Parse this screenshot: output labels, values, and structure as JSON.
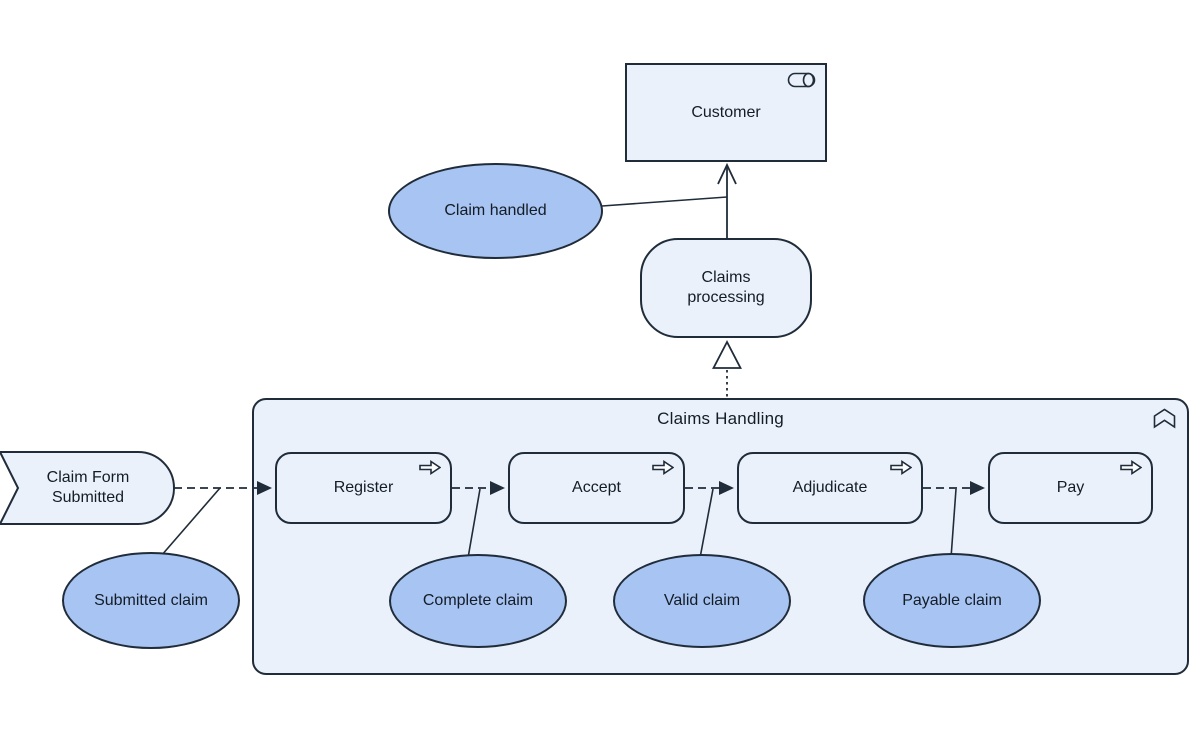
{
  "colors": {
    "canvas-bg": "#ffffff",
    "node-fill-light": "#eaf1fb",
    "node-fill-blue": "#a7c4f2",
    "stroke": "#202c3a",
    "text": "#141c26"
  },
  "container": {
    "title": "Claims Handling",
    "icon": "business-function-icon"
  },
  "nodes": {
    "customer": {
      "label": "Customer",
      "icon": "business-role-icon"
    },
    "claim_handled": {
      "label": "Claim handled"
    },
    "claims_processing": {
      "label": "Claims processing"
    },
    "claim_form_submitted": {
      "label": "Claim Form Submitted"
    },
    "register": {
      "label": "Register",
      "icon": "business-process-icon"
    },
    "accept": {
      "label": "Accept",
      "icon": "business-process-icon"
    },
    "adjudicate": {
      "label": "Adjudicate",
      "icon": "business-process-icon"
    },
    "pay": {
      "label": "Pay",
      "icon": "business-process-icon"
    },
    "submitted_claim": {
      "label": "Submitted claim"
    },
    "complete_claim": {
      "label": "Complete claim"
    },
    "valid_claim": {
      "label": "Valid claim"
    },
    "payable_claim": {
      "label": "Payable claim"
    }
  },
  "relationships": [
    {
      "type": "serving",
      "from": "claims_processing",
      "to": "customer",
      "style": "solid-open-arrow"
    },
    {
      "type": "association",
      "from": "claim_handled",
      "to": "serving_line",
      "style": "solid-plain"
    },
    {
      "type": "realization",
      "from": "claims_handling",
      "to": "claims_processing",
      "style": "dotted-hollow-triangle"
    },
    {
      "type": "flow",
      "from": "claim_form_submitted",
      "to": "register",
      "style": "dashed-filled-arrow"
    },
    {
      "type": "flow",
      "from": "register",
      "to": "accept",
      "style": "dashed-filled-arrow"
    },
    {
      "type": "flow",
      "from": "accept",
      "to": "adjudicate",
      "style": "dashed-filled-arrow"
    },
    {
      "type": "flow",
      "from": "adjudicate",
      "to": "pay",
      "style": "dashed-filled-arrow"
    },
    {
      "type": "association",
      "from": "flow_claim_form_submitted_register",
      "to": "submitted_claim",
      "style": "solid-plain"
    },
    {
      "type": "association",
      "from": "flow_register_accept",
      "to": "complete_claim",
      "style": "solid-plain"
    },
    {
      "type": "association",
      "from": "flow_accept_adjudicate",
      "to": "valid_claim",
      "style": "solid-plain"
    },
    {
      "type": "association",
      "from": "flow_adjudicate_pay",
      "to": "payable_claim",
      "style": "solid-plain"
    }
  ]
}
